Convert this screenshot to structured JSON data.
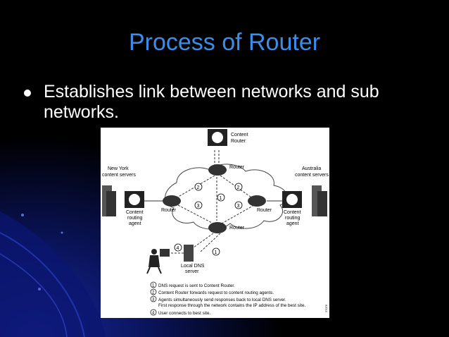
{
  "slide": {
    "title": "Process of Router",
    "bullet": "Establishes link between networks and sub networks."
  },
  "colors": {
    "title": "#3a8ee8",
    "background": "#000000",
    "accent_blue": "#1a2a9a"
  },
  "diagram": {
    "labels": {
      "content_router": [
        "Content",
        "Router"
      ],
      "router_top": "Router",
      "router_left": "Router",
      "router_right": "Router",
      "router_bottom": "Router",
      "new_york": [
        "New York",
        "content servers"
      ],
      "australia": [
        "Australia",
        "content servers"
      ],
      "agent_left": [
        "Content",
        "routing",
        "agent"
      ],
      "agent_right": [
        "Content",
        "routing",
        "agent"
      ],
      "local_dns": [
        "Local DNS",
        "server"
      ]
    },
    "markers": {
      "one": "1",
      "two": "2",
      "three": "3",
      "four": "4"
    },
    "legend": [
      {
        "num": "1",
        "text": "DNS request is sent to Content Router."
      },
      {
        "num": "2",
        "text": "Content Router forwards request to content routing agents."
      },
      {
        "num": "3",
        "text": "Agents simultaneously send responses back to local DNS server.",
        "text2": "First response through the network contains the IP address of the best site."
      },
      {
        "num": "4",
        "text": "User connects to best site."
      }
    ],
    "side_code": "27076"
  }
}
